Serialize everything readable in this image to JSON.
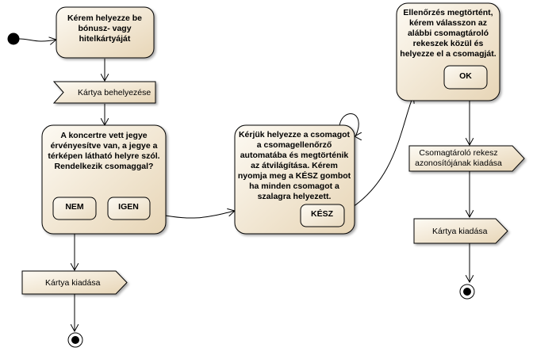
{
  "colors": {
    "node_fill_light": "#fdf9f0",
    "node_fill_dark": "#ead9bd",
    "line": "#000000"
  },
  "nodes": {
    "prompt_card": {
      "lines": [
        "Kérem helyezze be",
        "bónusz- vagy",
        "hitelkártyáját"
      ]
    },
    "card_inserted": {
      "label": "Kártya behelyezése"
    },
    "ticket_question": {
      "lines": [
        "A koncertre vett jegye",
        "érvényesítve van, a jegye a",
        "térképen látható helyre szól.",
        "Rendelkezik csomaggal?"
      ],
      "buttons": {
        "no": "NEM",
        "yes": "IGEN"
      }
    },
    "card_out_left": {
      "label": "Kártya kiadása"
    },
    "bag_check": {
      "lines": [
        "Kérjük helyezze a csomagot",
        "a csomagellenőrző",
        "automatába és megtörténik",
        "az átvilágítása. Kérem",
        "nyomja meg a KÉSZ gombot",
        "ha minden csomagot a",
        "szalagra helyezett."
      ],
      "button": "KÉSZ"
    },
    "check_done": {
      "lines": [
        "Ellenőrzés megtörtént,",
        "kérem válasszon az",
        "alábbi csomagtároló",
        "rekeszek közül és",
        "helyezze el a csomagját."
      ],
      "button": "OK"
    },
    "locker_id": {
      "lines": [
        "Csomagtároló rekesz",
        "azonosítójának kiadása"
      ]
    },
    "card_out_right": {
      "label": "Kártya kiadása"
    }
  }
}
